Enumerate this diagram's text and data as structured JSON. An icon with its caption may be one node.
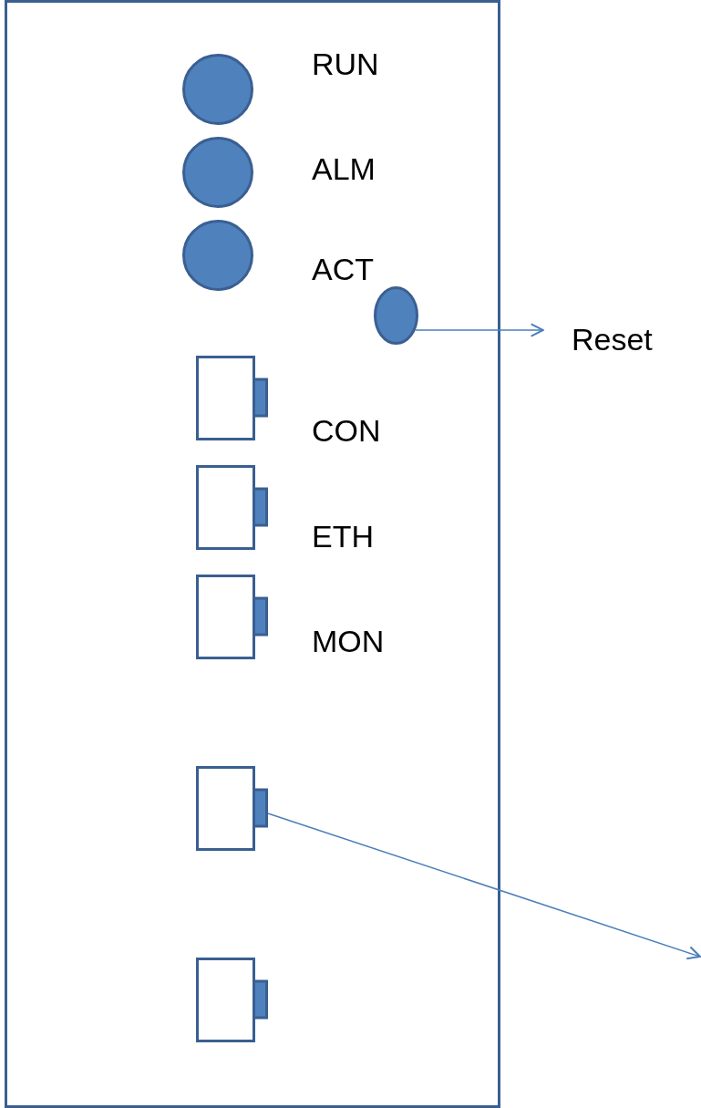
{
  "diagram": {
    "nodes": [
      {
        "text": [],
        "shape": "box"
      },
      {
        "text": [],
        "shape": "circle",
        "in": 0
      },
      {
        "text": [],
        "shape": "circle",
        "in": 0
      },
      {
        "text": [],
        "shape": "circle",
        "in": 0
      },
      {
        "text": [],
        "shape": "circle",
        "in": 0
      },
      {
        "text": [
          "Reset"
        ]
      },
      {
        "text": [],
        "shape": "box",
        "in": 0
      },
      {
        "text": [],
        "shape": "box",
        "in": 0
      },
      {
        "text": [],
        "shape": "box",
        "in": 0
      },
      {
        "text": [],
        "shape": "box",
        "in": 0
      },
      {
        "text": [],
        "shape": "box",
        "in": 0
      }
    ],
    "edges": [
      {
        "from": 4,
        "to": 5,
        "arrow": "to"
      },
      {
        "from": 9,
        "to": null,
        "arrow": "to"
      }
    ],
    "labels": [
      "RUN",
      "ALM",
      "ACT",
      "CON",
      "ETH",
      "MON"
    ]
  }
}
